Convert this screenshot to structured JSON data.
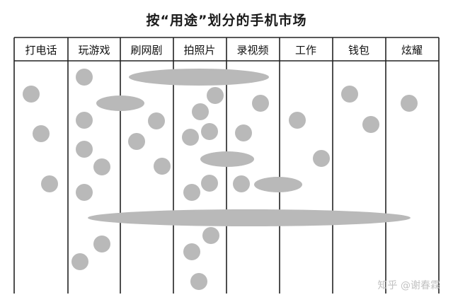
{
  "title": "按“用途”划分的手机市场",
  "columns": [
    "打电话",
    "玩游戏",
    "刷网剧",
    "拍照片",
    "录视频",
    "工作",
    "钱包",
    "炫耀"
  ],
  "watermark": "知乎 @谢春霖",
  "colors": {
    "marker": "#b9b9b9",
    "line": "#222222",
    "text": "#111111"
  }
}
